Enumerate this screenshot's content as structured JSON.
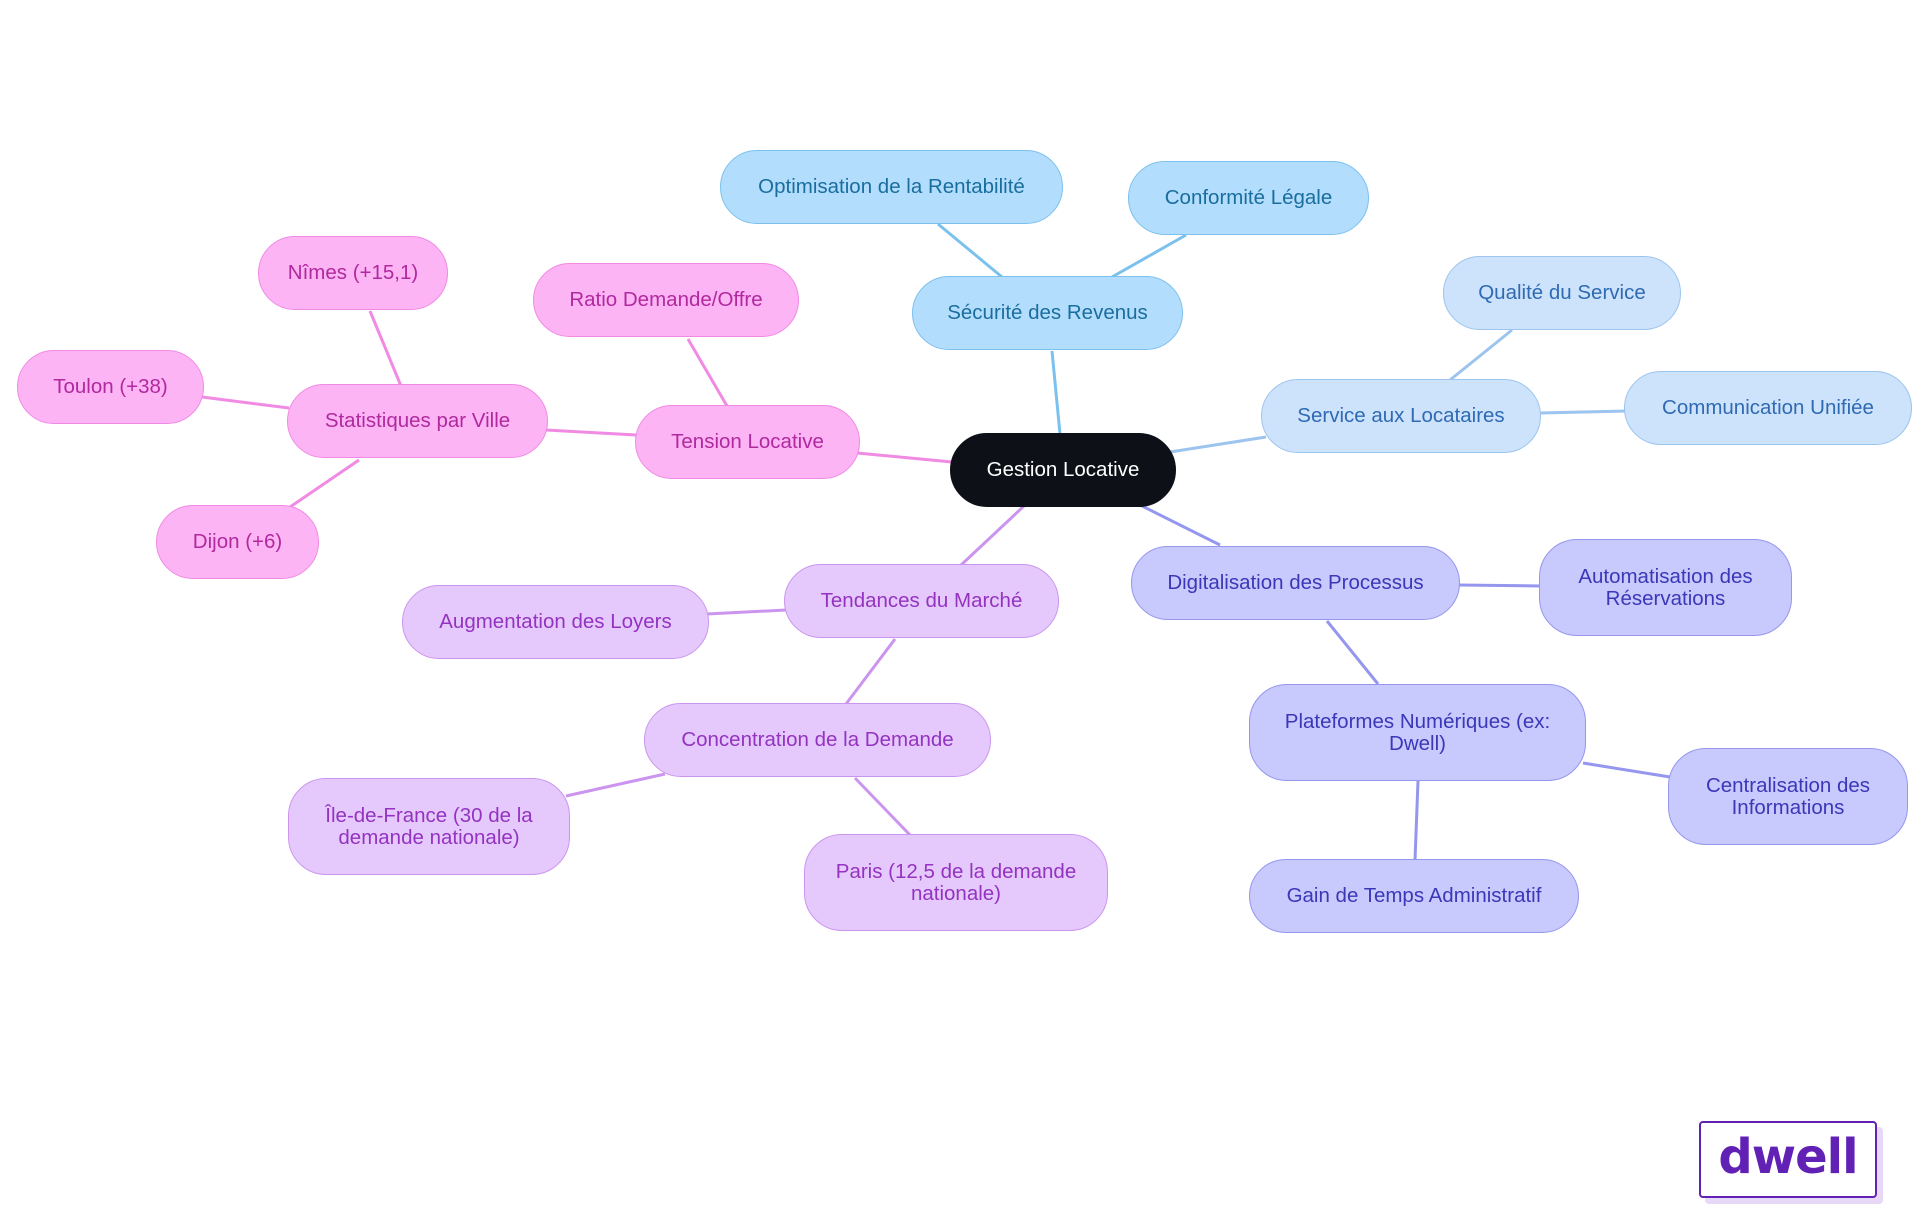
{
  "mindmap": {
    "root": "Gestion Locative",
    "colors": {
      "sky": "#b3ddfd",
      "light_blue": "#cde3fb",
      "periwinkle": "#c8c9fd",
      "lilac": "#e6c9fc",
      "pink": "#fdb4f5",
      "root": "#0d1117"
    },
    "securite": {
      "label": "Sécurité des Revenus",
      "optimisation": "Optimisation de la Rentabilité",
      "conformite": "Conformité Légale"
    },
    "service": {
      "label": "Service aux Locataires",
      "qualite": "Qualité du Service",
      "communication": "Communication Unifiée"
    },
    "digital": {
      "label": "Digitalisation des Processus",
      "automatisation": "Automatisation des Réservations",
      "plateformes": "Plateformes Numériques (ex: Dwell)",
      "centralisation": "Centralisation des Informations",
      "gain": "Gain de Temps Administratif"
    },
    "tendances": {
      "label": "Tendances du Marché",
      "augmentation": "Augmentation des Loyers",
      "concentration": "Concentration de la Demande",
      "idf": "Île-de-France (30 de la demande nationale)",
      "paris": "Paris (12,5 de la demande nationale)"
    },
    "tension": {
      "label": "Tension Locative",
      "ratio": "Ratio Demande/Offre",
      "stats": "Statistiques par Ville",
      "nimes": "Nîmes (+15,1)",
      "toulon": "Toulon (+38)",
      "dijon": "Dijon (+6)"
    }
  },
  "logo": {
    "text": "dwell"
  }
}
